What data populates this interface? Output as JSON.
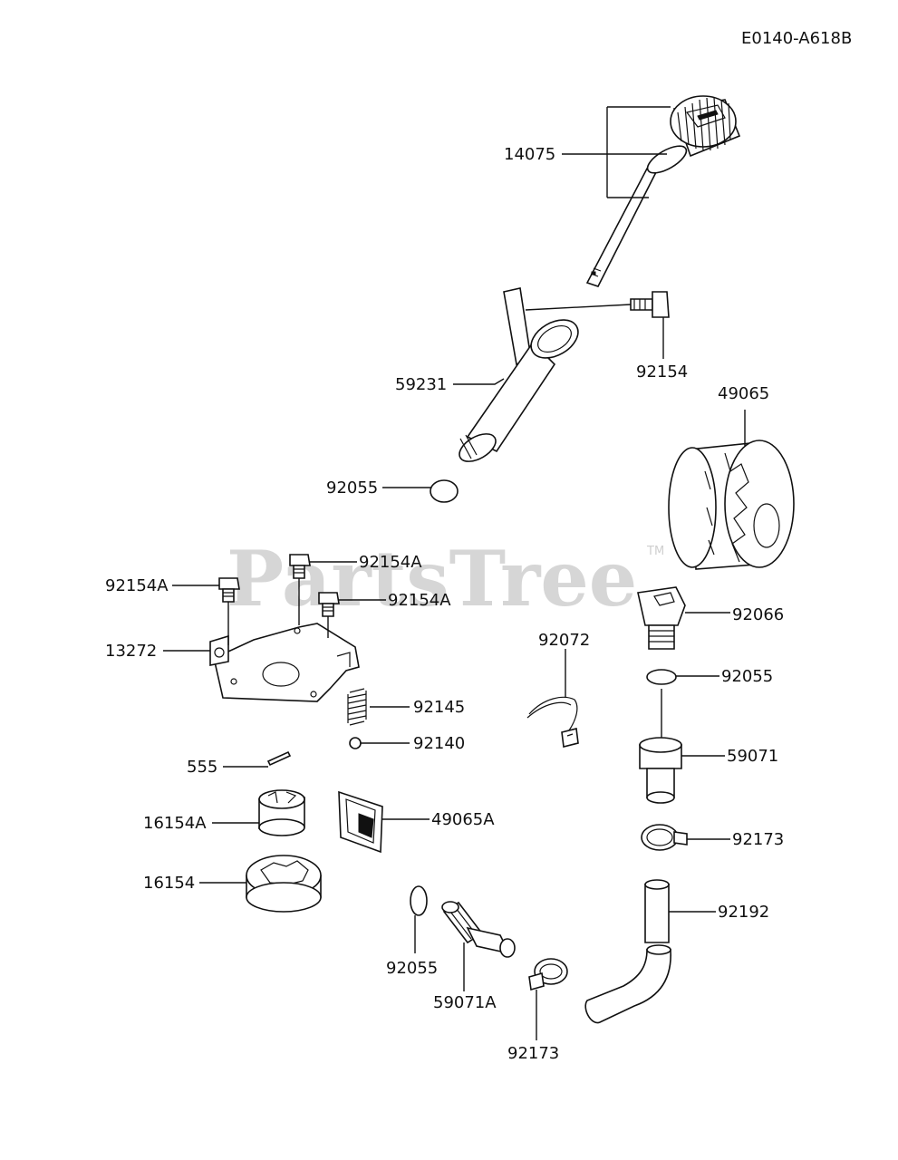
{
  "diagram_code": "E0140-A618B",
  "watermark": "PartsTree",
  "trademark": "TM",
  "labels": {
    "p14075": "14075",
    "p92154": "92154",
    "p59231": "59231",
    "p49065": "49065",
    "p92055_top": "92055",
    "p92154A_top": "92154A",
    "p92154A_left": "92154A",
    "p92154A_mid": "92154A",
    "p92066": "92066",
    "p13272": "13272",
    "p92072": "92072",
    "p92055_mid": "92055",
    "p92145": "92145",
    "p92140": "92140",
    "p555": "555",
    "p59071": "59071",
    "p16154A": "16154A",
    "p49065A": "49065A",
    "p92173_right": "92173",
    "p16154": "16154",
    "p92192": "92192",
    "p92055_bottom": "92055",
    "p59071A": "59071A",
    "p92173_bottom": "92173"
  }
}
